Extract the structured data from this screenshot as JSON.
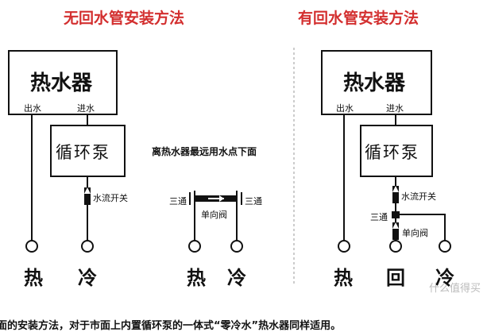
{
  "left": {
    "title": "无回水管安装方法",
    "heater_label": "热水器",
    "outlet_label": "出水",
    "inlet_label": "进水",
    "pump_label": "循环泵",
    "flow_switch_label": "水流开关",
    "hot_label": "热",
    "cold_label": "冷"
  },
  "middle": {
    "title": "离热水器最远用水点下面",
    "tee_left_label": "三通",
    "tee_right_label": "三通",
    "check_valve_label": "单向阀",
    "hot_label": "热",
    "cold_label": "冷"
  },
  "right": {
    "title": "有回水管安装方法",
    "heater_label": "热水器",
    "outlet_label": "出水",
    "inlet_label": "进水",
    "pump_label": "循环泵",
    "flow_switch_label": "水流开关",
    "tee_label": "三通",
    "check_valve_label": "单向阀",
    "hot_label": "热",
    "return_label": "回",
    "cold_label": "冷"
  },
  "caption": "面的安装方法，对于市面上内置循环泵的一体式“零冷水”热水器同样适用。",
  "watermark": "什么值得买",
  "colors": {
    "title": "#d32f2f",
    "line": "#111111"
  }
}
